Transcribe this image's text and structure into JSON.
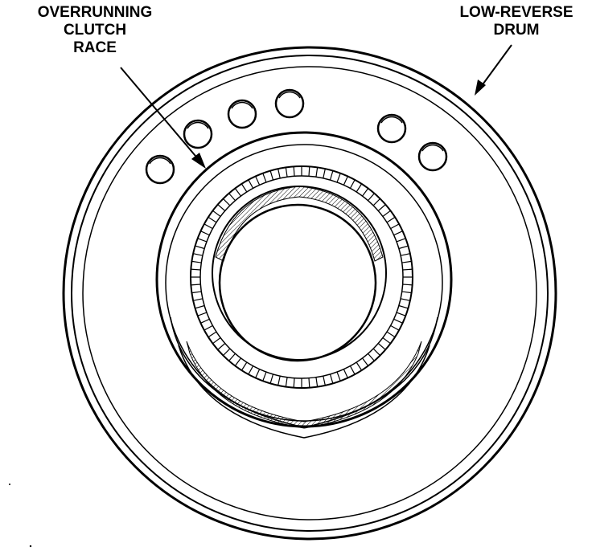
{
  "labels": {
    "clutch_race": [
      "OVERRUNNING",
      "CLUTCH",
      "RACE"
    ],
    "drum": [
      "LOW-REVERSE",
      "DRUM"
    ]
  },
  "colors": {
    "ink": "#000000",
    "paper": "#ffffff",
    "hatch": "#000000"
  }
}
